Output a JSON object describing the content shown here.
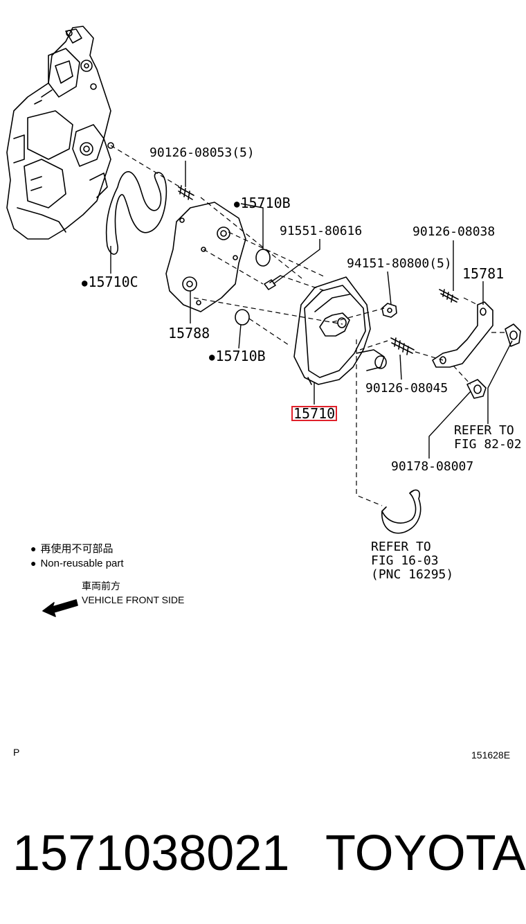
{
  "labels": {
    "bolt_top": "90126-08053(5)",
    "gasket_b_top": "15710B",
    "bolt_91551": "91551-80616",
    "bolt_90126_08038": "90126-08038",
    "nut_94151": "94151-80800(5)",
    "bracket_15781": "15781",
    "gasket_c": "15710C",
    "plate_15788": "15788",
    "gasket_b_bottom": "15710B",
    "stud_90126_08045": "90126-08045",
    "cooler_15710": "15710",
    "refer_82_line1": "REFER TO",
    "refer_82_line2": "FIG 82-02",
    "bushing_90178": "90178-08007",
    "refer_16_line1": "REFER TO",
    "refer_16_line2": "FIG 16-03",
    "refer_16_line3": "(PNC 16295)"
  },
  "legend": {
    "non_reusable_jp": "再使用不可部品",
    "non_reusable_en": "Non-reusable part",
    "front_jp": "車両前方",
    "front_en": "VEHICLE FRONT SIDE"
  },
  "corner": {
    "left": "P",
    "right": "151628E"
  },
  "footer": {
    "part_number": "1571038021",
    "brand": "TOYOTA"
  },
  "colors": {
    "highlight": "#e0202a",
    "ink": "#000000"
  }
}
